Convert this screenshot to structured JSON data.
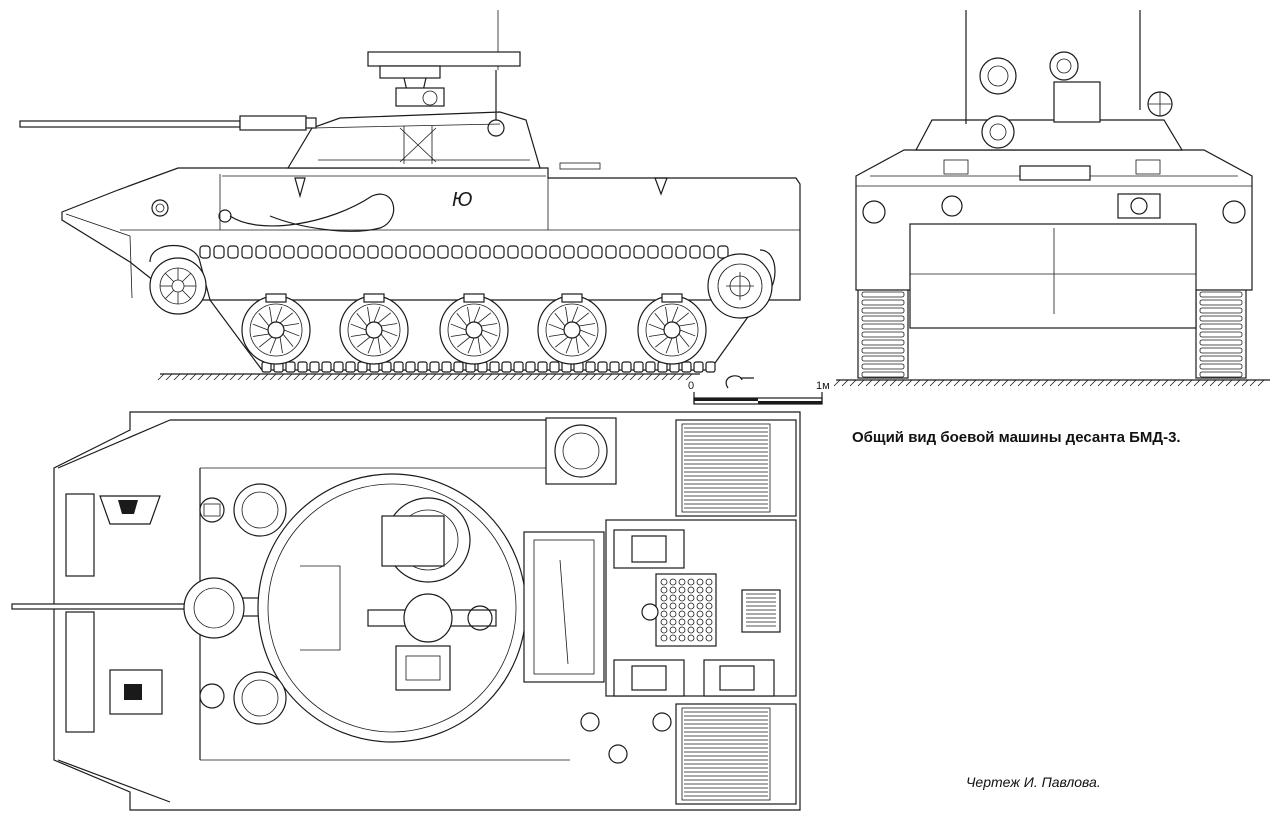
{
  "caption": "Общий вид боевой машины десанта БМД-3.",
  "credit": "Чертеж И. Павлова.",
  "scale_bar": {
    "zero_label": "0",
    "end_label": "1м"
  },
  "views": [
    "side-view",
    "front-view",
    "top-view"
  ],
  "colors": {
    "ink": "#1a1a1a",
    "paper": "#ffffff"
  }
}
